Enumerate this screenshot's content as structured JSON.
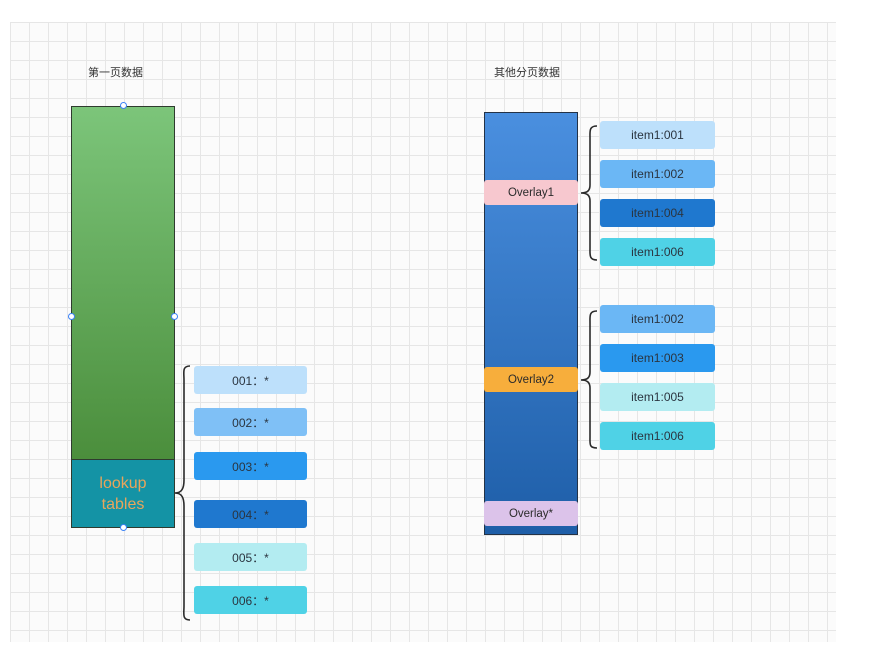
{
  "left": {
    "title": "第一页数据",
    "lookup_label": "lookup\ntables",
    "entries": [
      "001：*",
      "002：*",
      "003：*",
      "004：*",
      "005：*",
      "006：*"
    ]
  },
  "right": {
    "title": "其他分页数据",
    "overlays": [
      "Overlay1",
      "Overlay2",
      "Overlay*"
    ],
    "group1": [
      "item1:001",
      "item1:002",
      "item1:004",
      "item1:006"
    ],
    "group2": [
      "item1:002",
      "item1:003",
      "item1:005",
      "item1:006"
    ]
  },
  "colors": {
    "green_bar_top": "#7cc57a",
    "green_bar_bottom": "#4b8e3c",
    "lookup_fill": "#1493a5",
    "lookup_text": "#e9a55b",
    "blue_bar_top": "#4a8fdf",
    "blue_bar_bottom": "#1e5ea8",
    "overlay1": "#f7c8cf",
    "overlay2": "#f7ae3c",
    "overlay3": "#dcc3ea",
    "entry_left": [
      "#bde0fb",
      "#7fc0f6",
      "#2a99ef",
      "#1f78cf",
      "#b3ecf1",
      "#4fd2e6"
    ],
    "entry_right_group1": [
      "#bde0fb",
      "#6bb7f5",
      "#1f78cf",
      "#4fd2e6"
    ],
    "entry_right_group2": [
      "#6bb7f5",
      "#2a99ef",
      "#b3ecf1",
      "#4fd2e6"
    ]
  }
}
